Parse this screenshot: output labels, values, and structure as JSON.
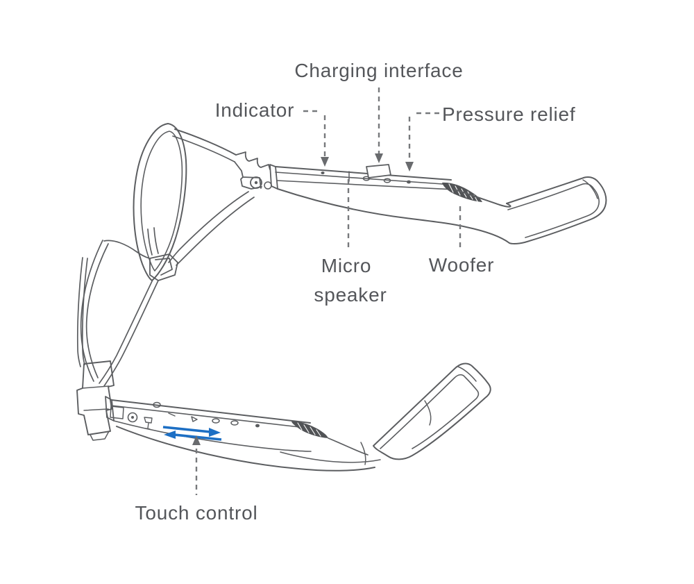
{
  "diagram": {
    "title_labels": {
      "charging_interface": "Charging interface",
      "indicator": "Indicator",
      "pressure_relief": "Pressure relief",
      "micro_speaker": [
        "Micro",
        "speaker"
      ],
      "woofer": "Woofer",
      "touch_control": "Touch control"
    },
    "colors": {
      "line": "#5B5D60",
      "text": "#54565A",
      "leader": "#77797C",
      "accent_blue": "#1D6FC4",
      "grille": "#515356",
      "background": "#FFFFFF"
    },
    "icons": {
      "touch_swipe": "double-horizontal-arrows",
      "pointer": "dashed-leader-arrow"
    }
  }
}
